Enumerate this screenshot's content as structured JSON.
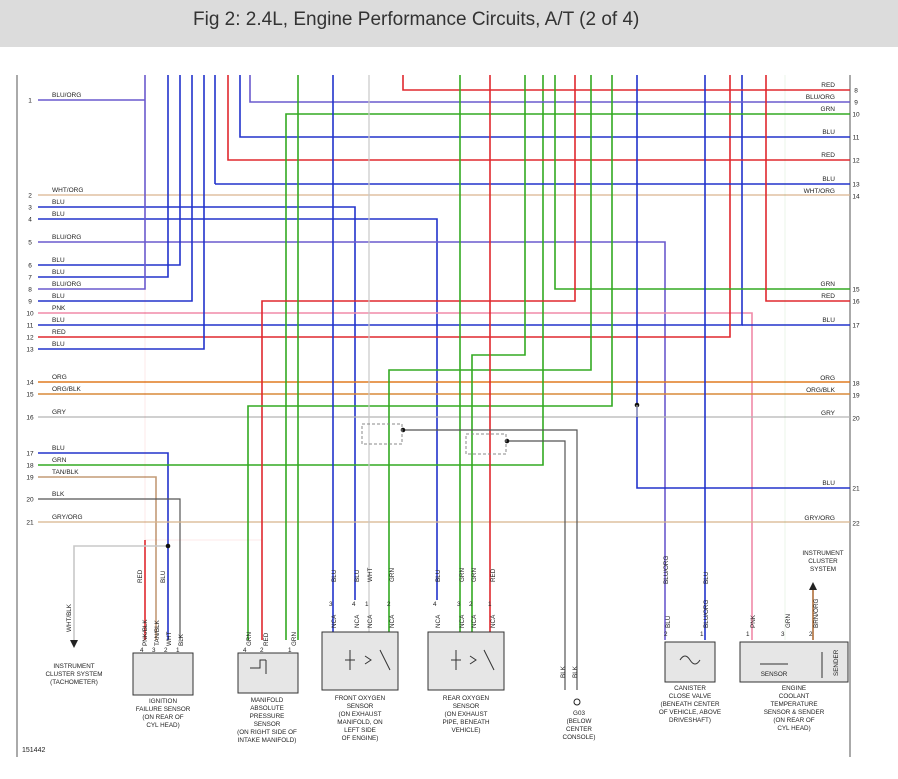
{
  "header": {
    "title": "Fig 2: 2.4L, Engine Performance Circuits, A/T (2 of 4)"
  },
  "figure_id": "151442",
  "colors": {
    "BLU": "#2233cc",
    "RED": "#e0282e",
    "GRN": "#33aa22",
    "BLU/ORG": "#6a5acd",
    "WHT/ORG": "#d9b48f",
    "ORG": "#e07b20",
    "ORG/BLK": "#d88a3a",
    "GRY": "#b4b4b4",
    "GRY/ORG": "#d6b48c",
    "PNK": "#f08aa8",
    "BLK": "#666666",
    "TAN/BLK": "#c39b77",
    "WHT": "#c8c8c8",
    "WHT/BLK": "#c8c8c8",
    "BRN/ORG": "#b0703a"
  },
  "left_rows": [
    {
      "num": "1",
      "label": "BLU/ORG",
      "color": "BLU/ORG"
    },
    {
      "num": "2",
      "label": "WHT/ORG",
      "color": "WHT/ORG"
    },
    {
      "num": "3",
      "label": "BLU",
      "color": "BLU"
    },
    {
      "num": "4",
      "label": "BLU",
      "color": "BLU"
    },
    {
      "num": "5",
      "label": "BLU/ORG",
      "color": "BLU/ORG"
    },
    {
      "num": "6",
      "label": "BLU",
      "color": "BLU"
    },
    {
      "num": "7",
      "label": "BLU",
      "color": "BLU"
    },
    {
      "num": "8",
      "label": "BLU/ORG",
      "color": "BLU/ORG"
    },
    {
      "num": "9",
      "label": "BLU",
      "color": "BLU"
    },
    {
      "num": "10",
      "label": "PNK",
      "color": "PNK"
    },
    {
      "num": "11",
      "label": "BLU",
      "color": "BLU"
    },
    {
      "num": "12",
      "label": "RED",
      "color": "RED"
    },
    {
      "num": "13",
      "label": "BLU",
      "color": "BLU"
    },
    {
      "num": "14",
      "label": "ORG",
      "color": "ORG"
    },
    {
      "num": "15",
      "label": "ORG/BLK",
      "color": "ORG/BLK"
    },
    {
      "num": "16",
      "label": "GRY",
      "color": "GRY"
    },
    {
      "num": "17",
      "label": "BLU",
      "color": "BLU"
    },
    {
      "num": "18",
      "label": "GRN",
      "color": "GRN"
    },
    {
      "num": "19",
      "label": "TAN/BLK",
      "color": "TAN/BLK"
    },
    {
      "num": "20",
      "label": "BLK",
      "color": "BLK"
    },
    {
      "num": "21",
      "label": "GRY/ORG",
      "color": "GRY/ORG"
    }
  ],
  "right_rows": [
    {
      "num": "8",
      "label": "RED",
      "color": "RED"
    },
    {
      "num": "9",
      "label": "BLU/ORG",
      "color": "BLU/ORG"
    },
    {
      "num": "10",
      "label": "GRN",
      "color": "GRN"
    },
    {
      "num": "11",
      "label": "BLU",
      "color": "BLU"
    },
    {
      "num": "12",
      "label": "RED",
      "color": "RED"
    },
    {
      "num": "13",
      "label": "BLU",
      "color": "BLU"
    },
    {
      "num": "14",
      "label": "WHT/ORG",
      "color": "WHT/ORG"
    },
    {
      "num": "15",
      "label": "GRN",
      "color": "GRN"
    },
    {
      "num": "16",
      "label": "RED",
      "color": "RED"
    },
    {
      "num": "17",
      "label": "BLU",
      "color": "BLU"
    },
    {
      "num": "18",
      "label": "ORG",
      "color": "ORG"
    },
    {
      "num": "19",
      "label": "ORG/BLK",
      "color": "ORG/BLK"
    },
    {
      "num": "20",
      "label": "GRY",
      "color": "GRY"
    },
    {
      "num": "21",
      "label": "BLU",
      "color": "BLU"
    },
    {
      "num": "22",
      "label": "GRY/ORG",
      "color": "GRY/ORG"
    }
  ],
  "components": [
    {
      "id": "ignition-failure-sensor",
      "lines": [
        "IGNITION",
        "FAILURE SENSOR",
        "(ON REAR OF",
        "CYL HEAD)"
      ],
      "pins": [
        {
          "num": "4",
          "name": "PNK/BLK",
          "wire": "RED"
        },
        {
          "num": "3",
          "name": "TAN/BLK",
          "wire": "TAN/BLK"
        },
        {
          "num": "2",
          "name": "WHT",
          "wire": "WHT"
        },
        {
          "num": "1",
          "name": "BLK",
          "wire": "BLU"
        }
      ]
    },
    {
      "id": "map-sensor",
      "lines": [
        "MANIFOLD",
        "ABSOLUTE",
        "PRESSURE",
        "SENSOR",
        "(ON RIGHT SIDE OF",
        "INTAKE MANIFOLD)"
      ],
      "pins": [
        {
          "num": "4",
          "name": "GRN",
          "wire": ""
        },
        {
          "num": "2",
          "name": "RED",
          "wire": ""
        },
        {
          "num": "1",
          "name": "GRN",
          "wire": ""
        }
      ]
    },
    {
      "id": "front-oxygen-sensor",
      "lines": [
        "FRONT OXYGEN",
        "SENSOR",
        "(ON EXHAUST",
        "MANIFOLD, ON",
        "LEFT SIDE",
        "OF ENGINE)"
      ],
      "pins": [
        {
          "num": "3",
          "name": "NCA",
          "wire": "BLU"
        },
        {
          "num": "4",
          "name": "NCA",
          "wire": "BLU"
        },
        {
          "num": "1",
          "name": "NCA",
          "wire": "WHT"
        },
        {
          "num": "2",
          "name": "NCA",
          "wire": "GRN"
        }
      ]
    },
    {
      "id": "rear-oxygen-sensor",
      "lines": [
        "REAR OXYGEN",
        "SENSOR",
        "(ON EXHAUST",
        "PIPE, BENEATH",
        "VEHICLE)"
      ],
      "pins": [
        {
          "num": "4",
          "name": "NCA",
          "wire": "BLU"
        },
        {
          "num": "3",
          "name": "NCA",
          "wire": "GRN"
        },
        {
          "num": "2",
          "name": "NCA",
          "wire": "GRN"
        },
        {
          "num": "1",
          "name": "NCA",
          "wire": "RED"
        }
      ]
    },
    {
      "id": "g03-ground",
      "lines": [
        "G03",
        "(BELOW",
        "CENTER",
        "CONSOLE)"
      ],
      "pins": [
        {
          "num": "",
          "name": "BLK",
          "wire": "BLK"
        }
      ]
    },
    {
      "id": "canister-close-valve",
      "lines": [
        "CANISTER",
        "CLOSE VALVE",
        "(BENEATH CENTER",
        "OF VEHICLE, ABOVE",
        "DRIVESHAFT)"
      ],
      "pins": [
        {
          "num": "2",
          "name": "BLU",
          "wire": "BLU/ORG"
        },
        {
          "num": "1",
          "name": "BLU/ORG",
          "wire": "BLU"
        }
      ]
    },
    {
      "id": "ect-sensor",
      "lines": [
        "ENGINE",
        "COOLANT",
        "TEMPERATURE",
        "SENSOR & SENDER",
        "(ON REAR OF",
        "CYL HEAD)"
      ],
      "inner_labels": [
        "SENSOR",
        "SENDER"
      ],
      "pins": [
        {
          "num": "1",
          "name": "PNK",
          "wire": ""
        },
        {
          "num": "3",
          "name": "GRN",
          "wire": ""
        },
        {
          "num": "2",
          "name": "BRN/ORG",
          "wire": ""
        }
      ]
    }
  ],
  "destinations": {
    "tachometer": [
      "INSTRUMENT",
      "CLUSTER SYSTEM",
      "(TACHOMETER)"
    ],
    "tachometer_wire": "WHT/BLK",
    "instrument_cluster": [
      "INSTRUMENT",
      "CLUSTER",
      "SYSTEM"
    ]
  }
}
